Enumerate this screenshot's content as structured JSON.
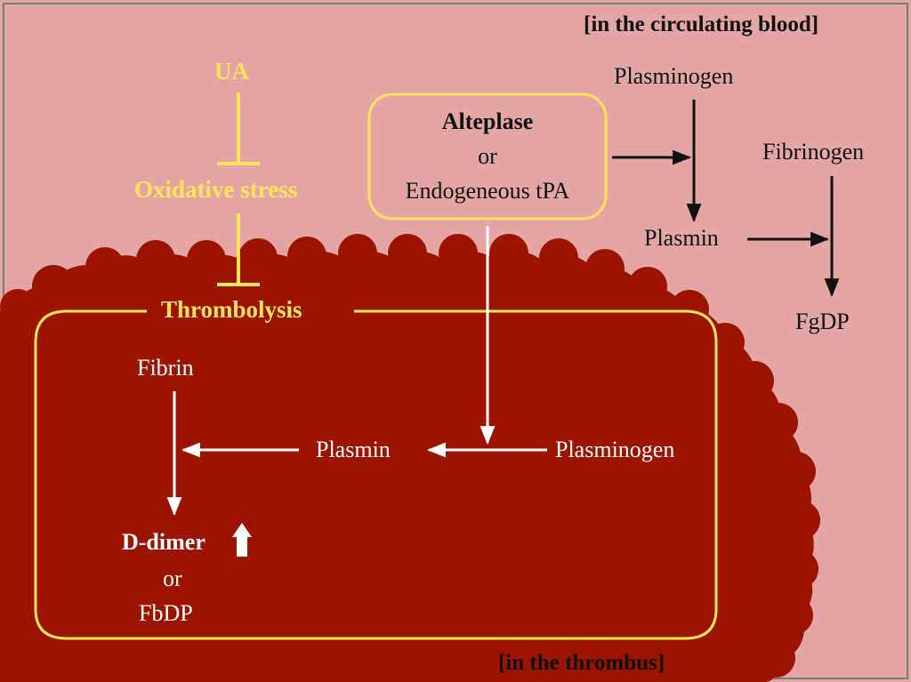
{
  "labels": {
    "circulating_blood": "[in the circulating blood]",
    "thrombus": "[in the thrombus]"
  },
  "inhibitor": {
    "ua": "UA",
    "oxidative_stress": "Oxidative stress",
    "thrombolysis": "Thrombolysis"
  },
  "activator": {
    "alteplase": "Alteplase",
    "or": "or",
    "endogenous": "Endogeneous tPA"
  },
  "blood": {
    "plasminogen": "Plasminogen",
    "plasmin": "Plasmin",
    "fibrinogen": "Fibrinogen",
    "fgdp": "FgDP"
  },
  "thrombus": {
    "fibrin": "Fibrin",
    "plasmin": "Plasmin",
    "plasminogen": "Plasminogen",
    "ddimer": "D-dimer",
    "or": "or",
    "fbdp": "FbDP"
  },
  "colors": {
    "blood_bg": "#e4a5a5",
    "thrombus": "#9b1400",
    "highlight": "#ffe45a",
    "arrow_dark": "#111111",
    "arrow_light": "#ffffff"
  },
  "icons": {
    "increase": "up-arrow-icon"
  }
}
